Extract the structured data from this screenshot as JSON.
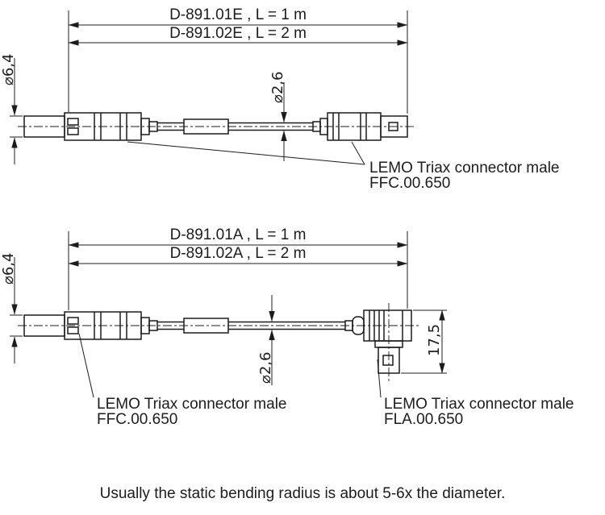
{
  "colors": {
    "ink": "#1c1c1c",
    "background": "#ffffff"
  },
  "top": {
    "dim1": "D-891.01E , L = 1 m",
    "dim2": "D-891.02E , L = 2 m",
    "dia_connector": "⌀6,4",
    "dia_cable": "⌀2,6",
    "connector_label_line1": "LEMO Triax connector male",
    "connector_label_line2": "FFC.00.650"
  },
  "bottom": {
    "dim1": "D-891.01A , L = 1 m",
    "dim2": "D-891.02A , L = 2 m",
    "dia_connector": "⌀6,4",
    "dia_cable": "⌀2,6",
    "height_dim": "17,5",
    "left_connector_label_line1": "LEMO Triax connector male",
    "left_connector_label_line2": "FFC.00.650",
    "right_connector_label_line1": "LEMO Triax connector male",
    "right_connector_label_line2": "FLA.00.650"
  },
  "note": "Usually the static bending radius is about 5-6x the diameter."
}
